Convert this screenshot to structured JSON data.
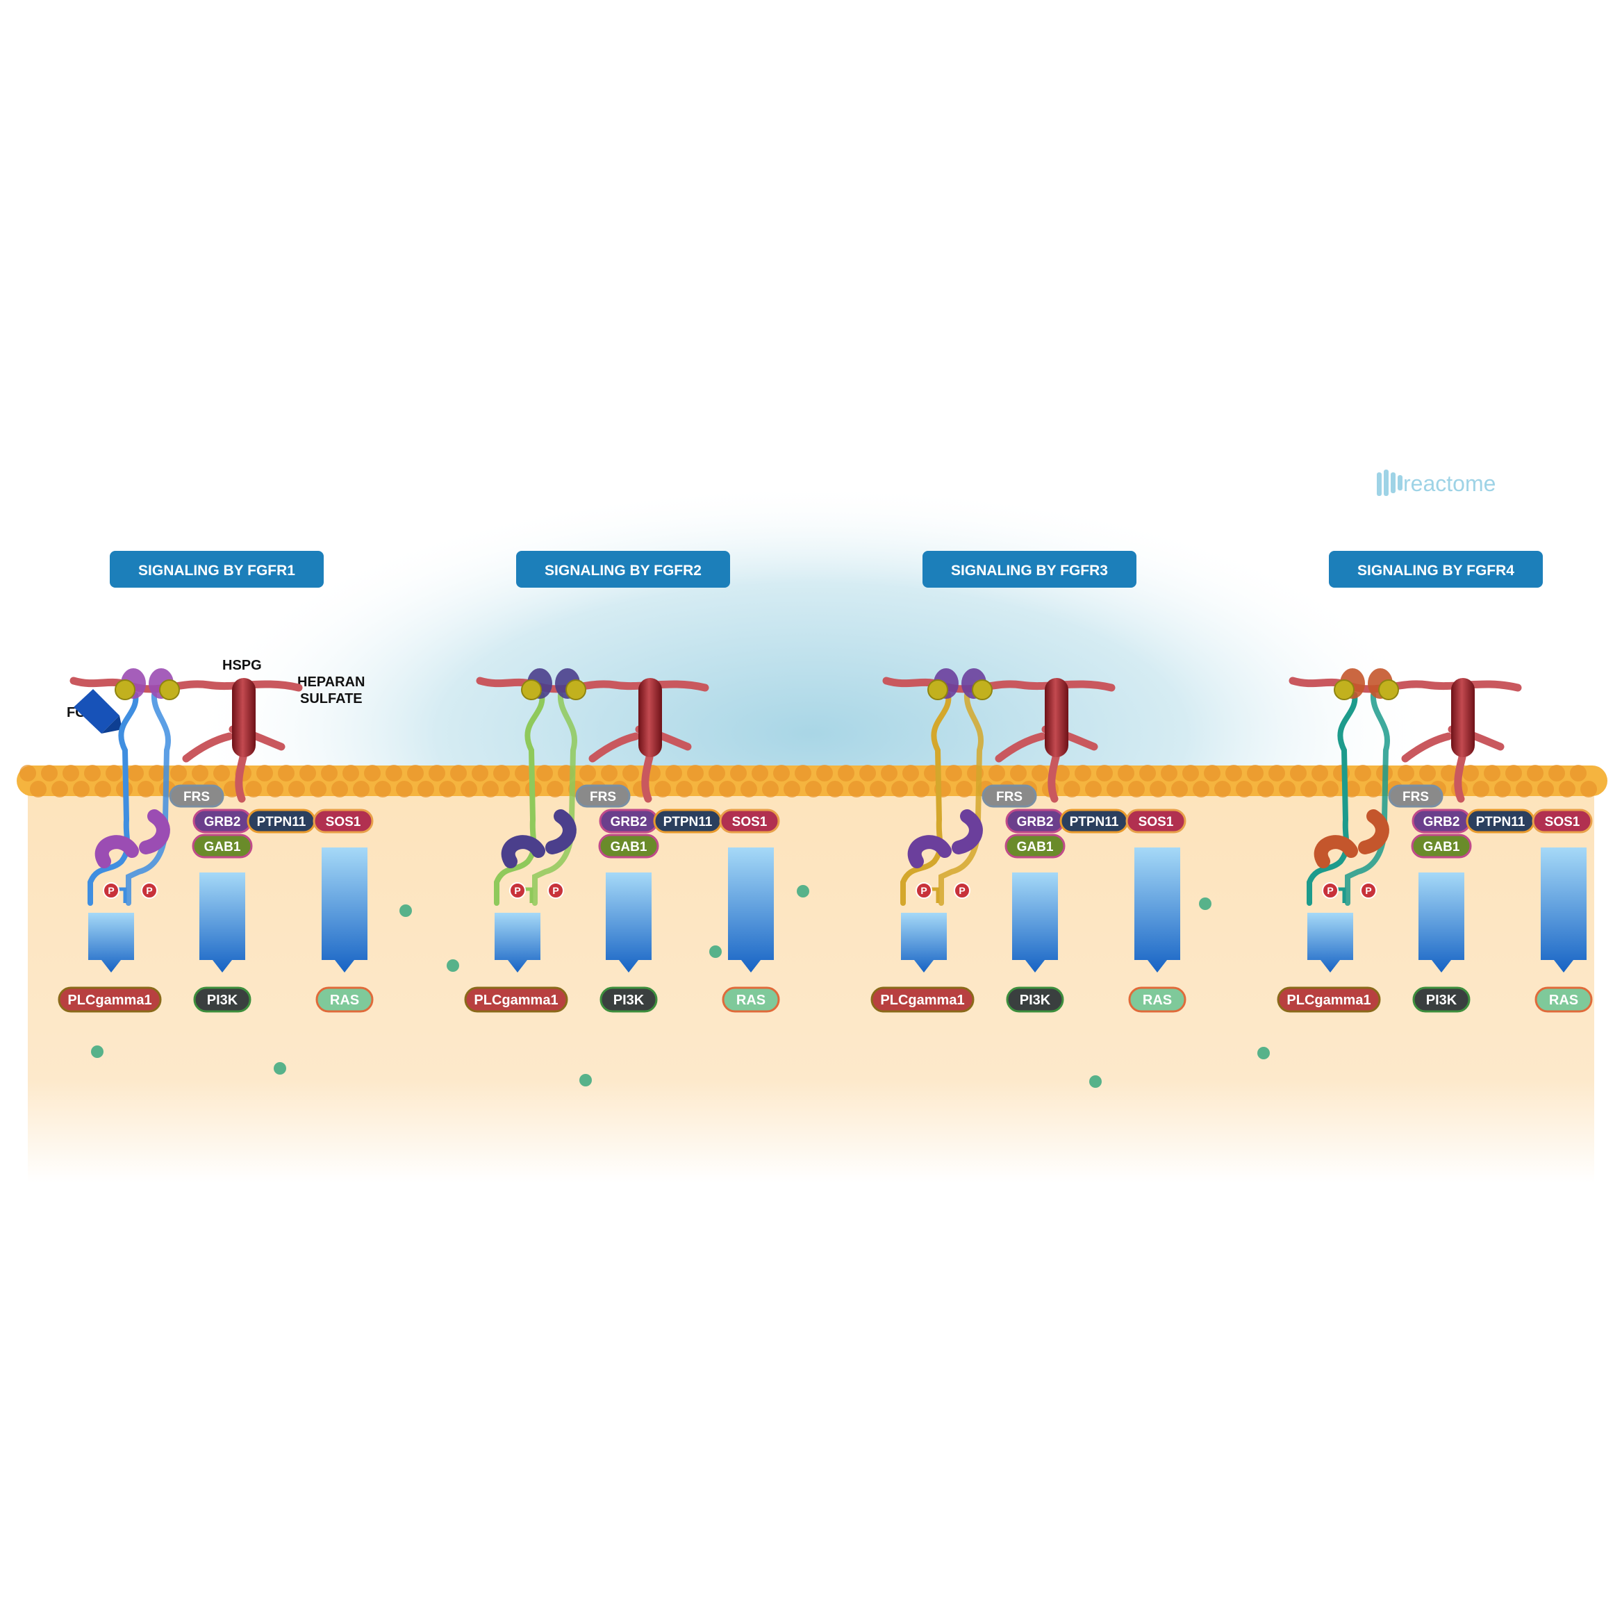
{
  "brand": {
    "name": "reactome",
    "color": "#9ed3e6"
  },
  "colors": {
    "banner": "#1c7fba",
    "membrane": "#f3ac36",
    "cytoplasm": "#fde6c2",
    "sky": "#bfe1ec",
    "hspg": "#8b1e24",
    "heparan": "#c9585e",
    "bead": "#57b28a",
    "arrow_top": "#9fd4f4",
    "arrow_bottom": "#1a6cc6"
  },
  "annotations": {
    "hspg": "HSPG",
    "heparan_line1": "HEPARAN",
    "heparan_line2": "SULFATE",
    "fgfs": "FGFs"
  },
  "panels": [
    {
      "title": "SIGNALING BY FGFR1",
      "receptor_color": "#3f8ee0",
      "kinase_color": "#9b4db3",
      "labels": {
        "frs": "FRS",
        "grb2": "GRB2",
        "ptpn11": "PTPN11",
        "sos1": "SOS1",
        "gab1": "GAB1",
        "plc": "PLCgamma1",
        "pi3k": "PI3K",
        "ras": "RAS",
        "phospho": "P"
      }
    },
    {
      "title": "SIGNALING BY FGFR2",
      "receptor_color": "#8fc95b",
      "kinase_color": "#4b3f8c",
      "labels": {
        "frs": "FRS",
        "grb2": "GRB2",
        "ptpn11": "PTPN11",
        "sos1": "SOS1",
        "gab1": "GAB1",
        "plc": "PLCgamma1",
        "pi3k": "PI3K",
        "ras": "RAS",
        "phospho": "P"
      }
    },
    {
      "title": "SIGNALING BY FGFR3",
      "receptor_color": "#d4a72c",
      "kinase_color": "#6b3f9c",
      "labels": {
        "frs": "FRS",
        "grb2": "GRB2",
        "ptpn11": "PTPN11",
        "sos1": "SOS1",
        "gab1": "GAB1",
        "plc": "PLCgamma1",
        "pi3k": "PI3K",
        "ras": "RAS",
        "phospho": "P"
      }
    },
    {
      "title": "SIGNALING BY FGFR4",
      "receptor_color": "#1d9b8c",
      "kinase_color": "#c4562c",
      "labels": {
        "frs": "FRS",
        "grb2": "GRB2",
        "ptpn11": "PTPN11",
        "sos1": "SOS1",
        "gab1": "GAB1",
        "plc": "PLCgamma1",
        "pi3k": "PI3K",
        "ras": "RAS",
        "phospho": "P"
      }
    }
  ]
}
